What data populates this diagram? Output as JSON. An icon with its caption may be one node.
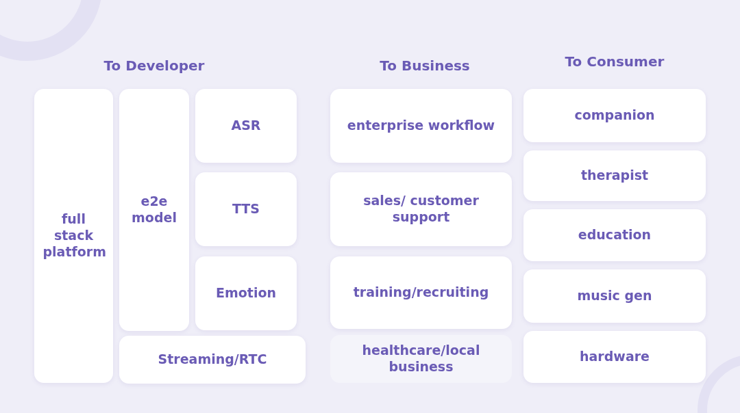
{
  "diagram": {
    "nodes": [
      {
        "text": [
          "full stack platform"
        ]
      },
      {
        "text": [
          "e2e model"
        ]
      },
      {
        "text": [
          "ASR"
        ]
      },
      {
        "text": [
          "TTS"
        ]
      },
      {
        "text": [
          "Emotion"
        ]
      },
      {
        "text": [
          "Streaming/RTC"
        ]
      },
      {
        "text": [
          "enterprise workflow"
        ]
      },
      {
        "text": [
          "sales/ customer support"
        ]
      },
      {
        "text": [
          "training/recruiting"
        ]
      },
      {
        "text": [
          "healthcare/local business"
        ]
      },
      {
        "text": [
          "companion"
        ]
      },
      {
        "text": [
          "therapist"
        ]
      },
      {
        "text": [
          "education"
        ]
      },
      {
        "text": [
          "music gen"
        ]
      },
      {
        "text": [
          "hardware"
        ]
      }
    ],
    "edges": [],
    "labels": [
      "To Developer",
      "To Business",
      "To Consumer"
    ]
  }
}
